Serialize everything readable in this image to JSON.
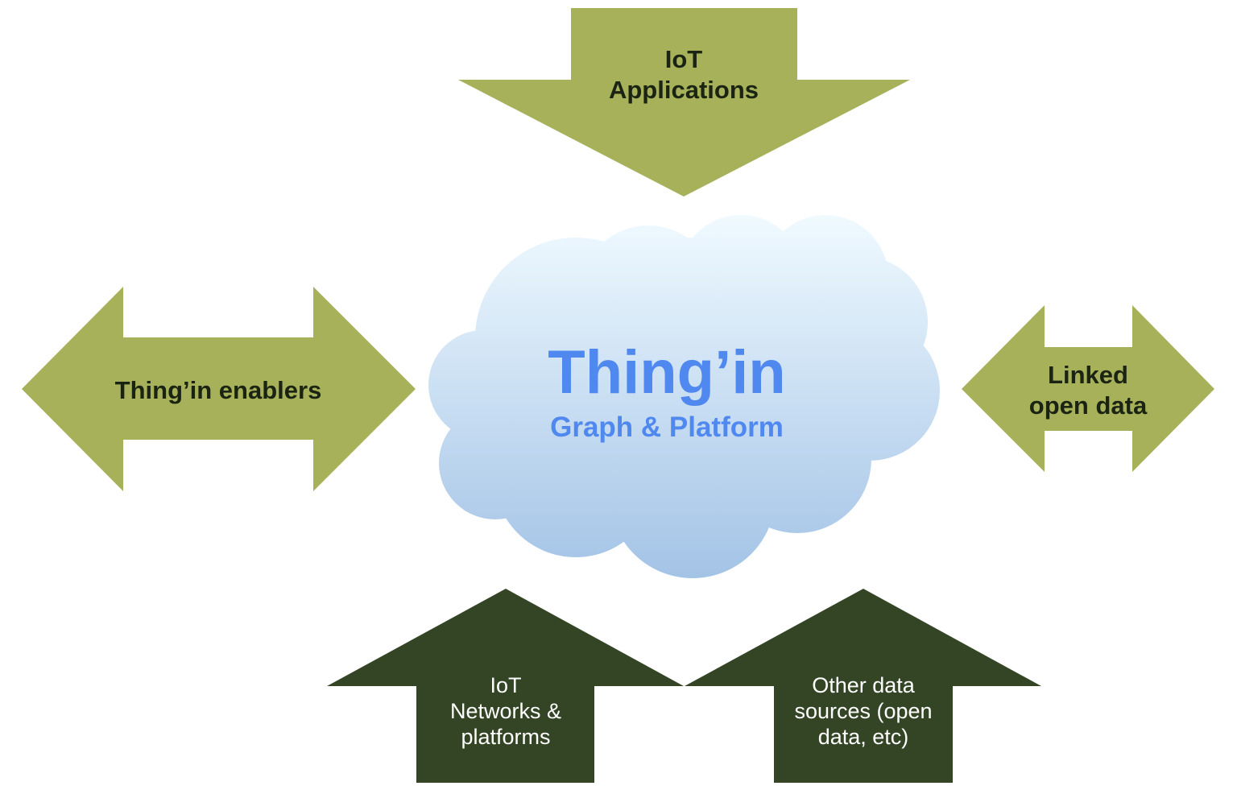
{
  "colors": {
    "light_arrow": "#a6b15a",
    "dark_arrow": "#334524",
    "cloud_top": "#f0faff",
    "cloud_bottom": "#a3c3e6",
    "title_blue": "#4f88ee",
    "dark_text": "#1b2412",
    "white_text": "#ffffff"
  },
  "cloud": {
    "title": "Thing’in",
    "subtitle": "Graph & Platform"
  },
  "arrows": {
    "top": {
      "lines": [
        "IoT",
        "Applications"
      ]
    },
    "left": {
      "lines": [
        "Thing’in enablers"
      ]
    },
    "right": {
      "lines": [
        "Linked",
        "open data"
      ]
    },
    "bottom_left": {
      "lines": [
        "IoT",
        "Networks &",
        "platforms"
      ]
    },
    "bottom_right": {
      "lines": [
        "Other data",
        "sources (open",
        "data, etc)"
      ]
    }
  }
}
